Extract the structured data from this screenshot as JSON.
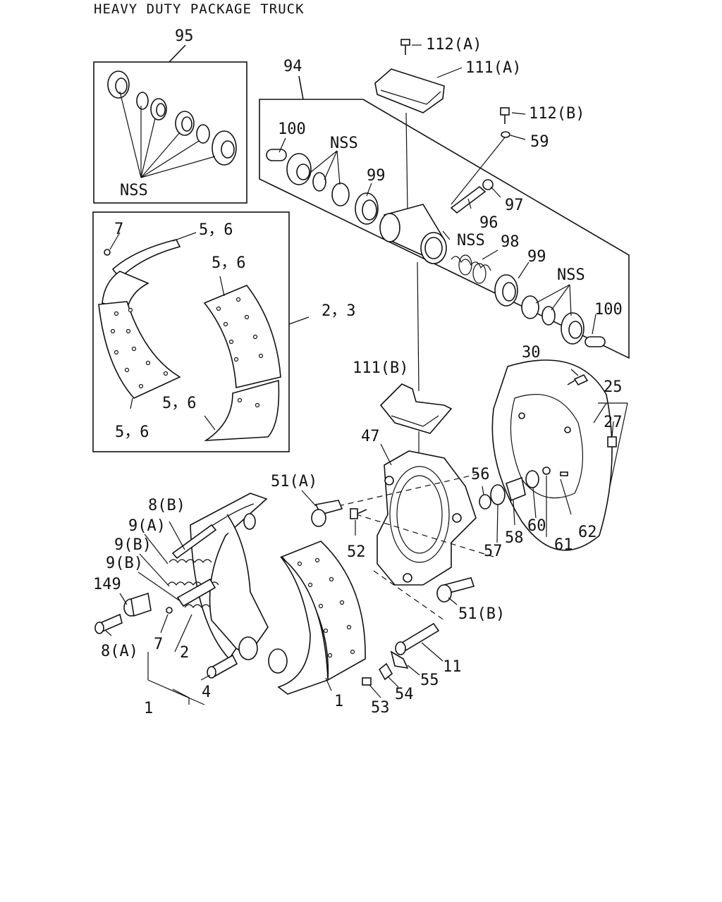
{
  "title": "HEAVY DUTY PACKAGE TRUCK",
  "labels": {
    "l95": "95",
    "l94": "94",
    "l112a": "112(A)",
    "l111a": "111(A)",
    "l112b": "112(B)",
    "l59": "59",
    "l100a": "100",
    "lnss1": "NSS",
    "l99a": "99",
    "l97": "97",
    "l96": "96",
    "lnss2": "NSS",
    "l98": "98",
    "l99b": "99",
    "lnss3": "NSS",
    "l100b": "100",
    "lnss4": "NSS",
    "l7a": "7",
    "l56a": "5，6",
    "l56b": "5，6",
    "l23": "2，3",
    "l56c": "5，6",
    "l56d": "5，6",
    "l30": "30",
    "l25": "25",
    "l27": "27",
    "l111b": "111(B)",
    "l47": "47",
    "l51a": "51(A)",
    "l56n": "56",
    "l8b": "8(B)",
    "l9a": "9(A)",
    "l9b1": "9(B)",
    "l9b2": "9(B)",
    "l149": "149",
    "l8a": "8(A)",
    "l7b": "7",
    "l2": "2",
    "l4": "4",
    "l1a": "1",
    "l1b": "1",
    "l52": "52",
    "l57": "57",
    "l58": "58",
    "l60": "60",
    "l61": "61",
    "l62": "62",
    "l51b": "51(B)",
    "l11": "11",
    "l55": "55",
    "l54": "54",
    "l53": "53"
  }
}
